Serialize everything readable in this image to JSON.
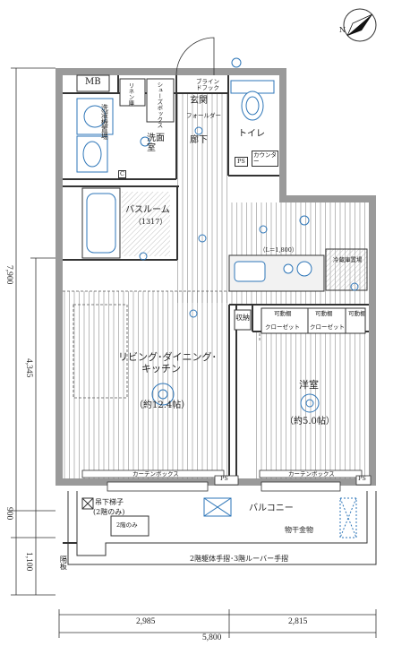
{
  "rooms": {
    "mb": "MB",
    "linen": "リネン庫",
    "shoes": "シューズボックス",
    "blind": "ブラインドフック",
    "entrance": "玄関",
    "fold": "フォールダー",
    "toilet": "トイレ",
    "washer": "洗濯機置場",
    "washroom": "洗面室",
    "hall": "廊下",
    "ps": "PS",
    "counter": "カウンター",
    "bath_name": "バスルーム",
    "bath_size": "（1317）",
    "kitchen_width": "（L＝1,800）",
    "fridge": "冷蔵庫置場",
    "storage": "収納",
    "shelf": "可動棚",
    "closet": "クローゼット",
    "ldk_line1": "リビング･ダイニング･",
    "ldk_line2": "キッチン",
    "ldk_size": "（約12.4帖）",
    "western": "洋室",
    "western_size": "（約5.0帖）",
    "curtain": "カーテンボックス",
    "balcony": "バルコニー",
    "hanging_ladder": "吊下梯子",
    "ladder_note": "(2階のみ)",
    "floor2_only": "2階のみ",
    "clothes_rack": "物干金物",
    "railing_note": "2階躯体手摺･3階ルーバー手摺",
    "partition": "隔板",
    "c_mark": "C"
  },
  "dimensions": {
    "left": [
      "7,900",
      "4,345",
      "900",
      "1,100"
    ],
    "bottom": [
      "2,985",
      "2,815",
      "5,800"
    ]
  },
  "compass": {
    "label": "N",
    "icon": "north-arrow-icon"
  },
  "colors": {
    "line": "#333333",
    "fixture": "#2e76b8",
    "floor": "#8c8c8c"
  }
}
